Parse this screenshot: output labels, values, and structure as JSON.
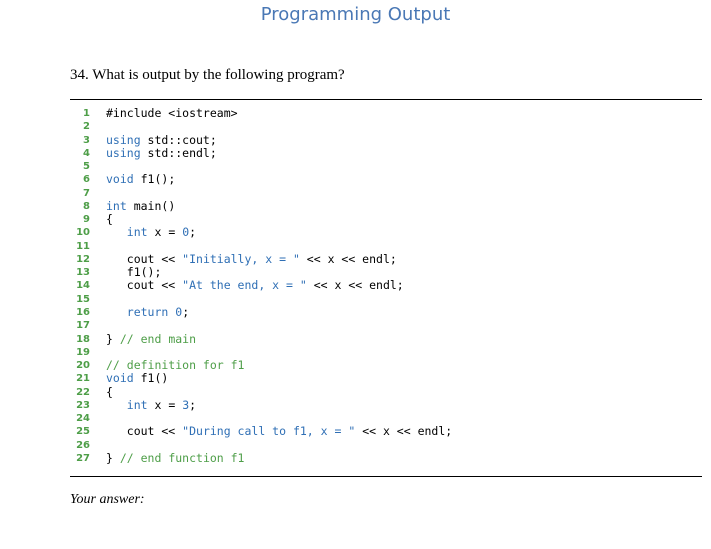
{
  "page_title": "Programming Output",
  "question": "34. What is output by the following program?",
  "answer_label": "Your answer:",
  "code_lines": [
    {
      "num": "1",
      "segments": [
        {
          "t": "#include <iostream>",
          "c": "plain"
        }
      ]
    },
    {
      "num": "2",
      "segments": []
    },
    {
      "num": "3",
      "segments": [
        {
          "t": "using",
          "c": "kw"
        },
        {
          "t": " std::cout;",
          "c": "plain"
        }
      ]
    },
    {
      "num": "4",
      "segments": [
        {
          "t": "using",
          "c": "kw"
        },
        {
          "t": " std::endl;",
          "c": "plain"
        }
      ]
    },
    {
      "num": "5",
      "segments": []
    },
    {
      "num": "6",
      "segments": [
        {
          "t": "void",
          "c": "kw"
        },
        {
          "t": " f1();",
          "c": "plain"
        }
      ]
    },
    {
      "num": "7",
      "segments": []
    },
    {
      "num": "8",
      "segments": [
        {
          "t": "int",
          "c": "kw"
        },
        {
          "t": " main()",
          "c": "plain"
        }
      ]
    },
    {
      "num": "9",
      "segments": [
        {
          "t": "{",
          "c": "plain"
        }
      ]
    },
    {
      "num": "10",
      "segments": [
        {
          "t": "   ",
          "c": "plain"
        },
        {
          "t": "int",
          "c": "kw"
        },
        {
          "t": " x = ",
          "c": "plain"
        },
        {
          "t": "0",
          "c": "lit"
        },
        {
          "t": ";",
          "c": "plain"
        }
      ]
    },
    {
      "num": "11",
      "segments": []
    },
    {
      "num": "12",
      "segments": [
        {
          "t": "   cout << ",
          "c": "plain"
        },
        {
          "t": "\"Initially, x = \"",
          "c": "str"
        },
        {
          "t": " << x << endl;",
          "c": "plain"
        }
      ]
    },
    {
      "num": "13",
      "segments": [
        {
          "t": "   f1();",
          "c": "plain"
        }
      ]
    },
    {
      "num": "14",
      "segments": [
        {
          "t": "   cout << ",
          "c": "plain"
        },
        {
          "t": "\"At the end, x = \"",
          "c": "str"
        },
        {
          "t": " << x << endl;",
          "c": "plain"
        }
      ]
    },
    {
      "num": "15",
      "segments": []
    },
    {
      "num": "16",
      "segments": [
        {
          "t": "   ",
          "c": "plain"
        },
        {
          "t": "return",
          "c": "kw"
        },
        {
          "t": " ",
          "c": "plain"
        },
        {
          "t": "0",
          "c": "lit"
        },
        {
          "t": ";",
          "c": "plain"
        }
      ]
    },
    {
      "num": "17",
      "segments": []
    },
    {
      "num": "18",
      "segments": [
        {
          "t": "} ",
          "c": "plain"
        },
        {
          "t": "// end main",
          "c": "cmt"
        }
      ]
    },
    {
      "num": "19",
      "segments": []
    },
    {
      "num": "20",
      "segments": [
        {
          "t": "// definition for f1",
          "c": "cmt"
        }
      ]
    },
    {
      "num": "21",
      "segments": [
        {
          "t": "void",
          "c": "kw"
        },
        {
          "t": " f1()",
          "c": "plain"
        }
      ]
    },
    {
      "num": "22",
      "segments": [
        {
          "t": "{",
          "c": "plain"
        }
      ]
    },
    {
      "num": "23",
      "segments": [
        {
          "t": "   ",
          "c": "plain"
        },
        {
          "t": "int",
          "c": "kw"
        },
        {
          "t": " x = ",
          "c": "plain"
        },
        {
          "t": "3",
          "c": "lit"
        },
        {
          "t": ";",
          "c": "plain"
        }
      ]
    },
    {
      "num": "24",
      "segments": []
    },
    {
      "num": "25",
      "segments": [
        {
          "t": "   cout << ",
          "c": "plain"
        },
        {
          "t": "\"During call to f1, x = \"",
          "c": "str"
        },
        {
          "t": " << x << endl;",
          "c": "plain"
        }
      ]
    },
    {
      "num": "26",
      "segments": []
    },
    {
      "num": "27",
      "segments": [
        {
          "t": "} ",
          "c": "plain"
        },
        {
          "t": "// end function f1",
          "c": "cmt"
        }
      ]
    }
  ]
}
